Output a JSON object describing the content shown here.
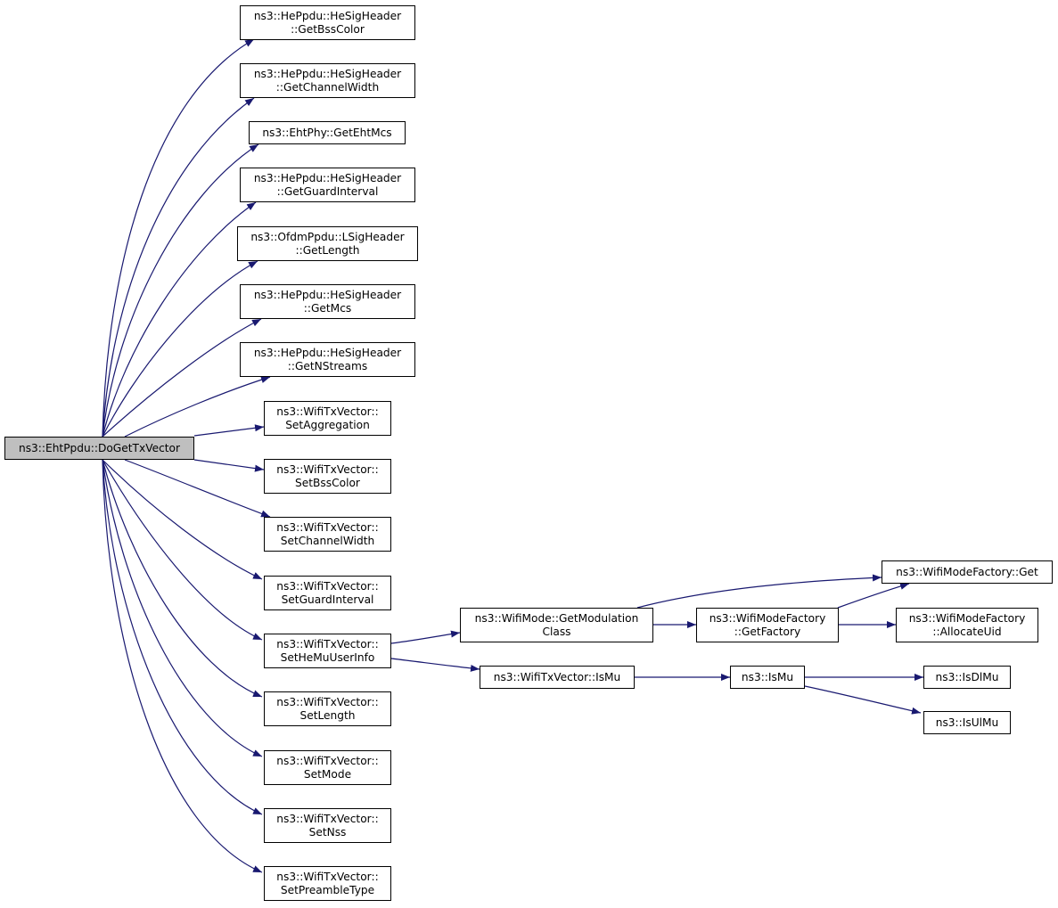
{
  "colors": {
    "edge": "#191970",
    "root_fill": "#bfbfbf",
    "node_fill": "#ffffff",
    "border": "#000000"
  },
  "nodes": {
    "root": [
      "ns3::EhtPpdu::DoGetTxVector"
    ],
    "bss_color": [
      "ns3::HePpdu::HeSigHeader",
      "::GetBssColor"
    ],
    "channel_width": [
      "ns3::HePpdu::HeSigHeader",
      "::GetChannelWidth"
    ],
    "eht_mcs": [
      "ns3::EhtPhy::GetEhtMcs"
    ],
    "guard_interval": [
      "ns3::HePpdu::HeSigHeader",
      "::GetGuardInterval"
    ],
    "lsig_length": [
      "ns3::OfdmPpdu::LSigHeader",
      "::GetLength"
    ],
    "get_mcs": [
      "ns3::HePpdu::HeSigHeader",
      "::GetMcs"
    ],
    "get_nstreams": [
      "ns3::HePpdu::HeSigHeader",
      "::GetNStreams"
    ],
    "set_aggregation": [
      "ns3::WifiTxVector::",
      "SetAggregation"
    ],
    "set_bss_color": [
      "ns3::WifiTxVector::",
      "SetBssColor"
    ],
    "set_channel_width": [
      "ns3::WifiTxVector::",
      "SetChannelWidth"
    ],
    "set_guard_interval": [
      "ns3::WifiTxVector::",
      "SetGuardInterval"
    ],
    "set_he_mu_user_info": [
      "ns3::WifiTxVector::",
      "SetHeMuUserInfo"
    ],
    "set_length": [
      "ns3::WifiTxVector::",
      "SetLength"
    ],
    "set_mode": [
      "ns3::WifiTxVector::",
      "SetMode"
    ],
    "set_nss": [
      "ns3::WifiTxVector::",
      "SetNss"
    ],
    "set_preamble_type": [
      "ns3::WifiTxVector::",
      "SetPreambleType"
    ],
    "get_modulation_class": [
      "ns3::WifiMode::GetModulation",
      "Class"
    ],
    "tx_vector_is_mu": [
      "ns3::WifiTxVector::IsMu"
    ],
    "mode_factory_get": [
      "ns3::WifiModeFactory::Get"
    ],
    "get_factory": [
      "ns3::WifiModeFactory",
      "::GetFactory"
    ],
    "allocate_uid": [
      "ns3::WifiModeFactory",
      "::AllocateUid"
    ],
    "is_mu": [
      "ns3::IsMu"
    ],
    "is_dl_mu": [
      "ns3::IsDlMu"
    ],
    "is_ul_mu": [
      "ns3::IsUlMu"
    ]
  }
}
